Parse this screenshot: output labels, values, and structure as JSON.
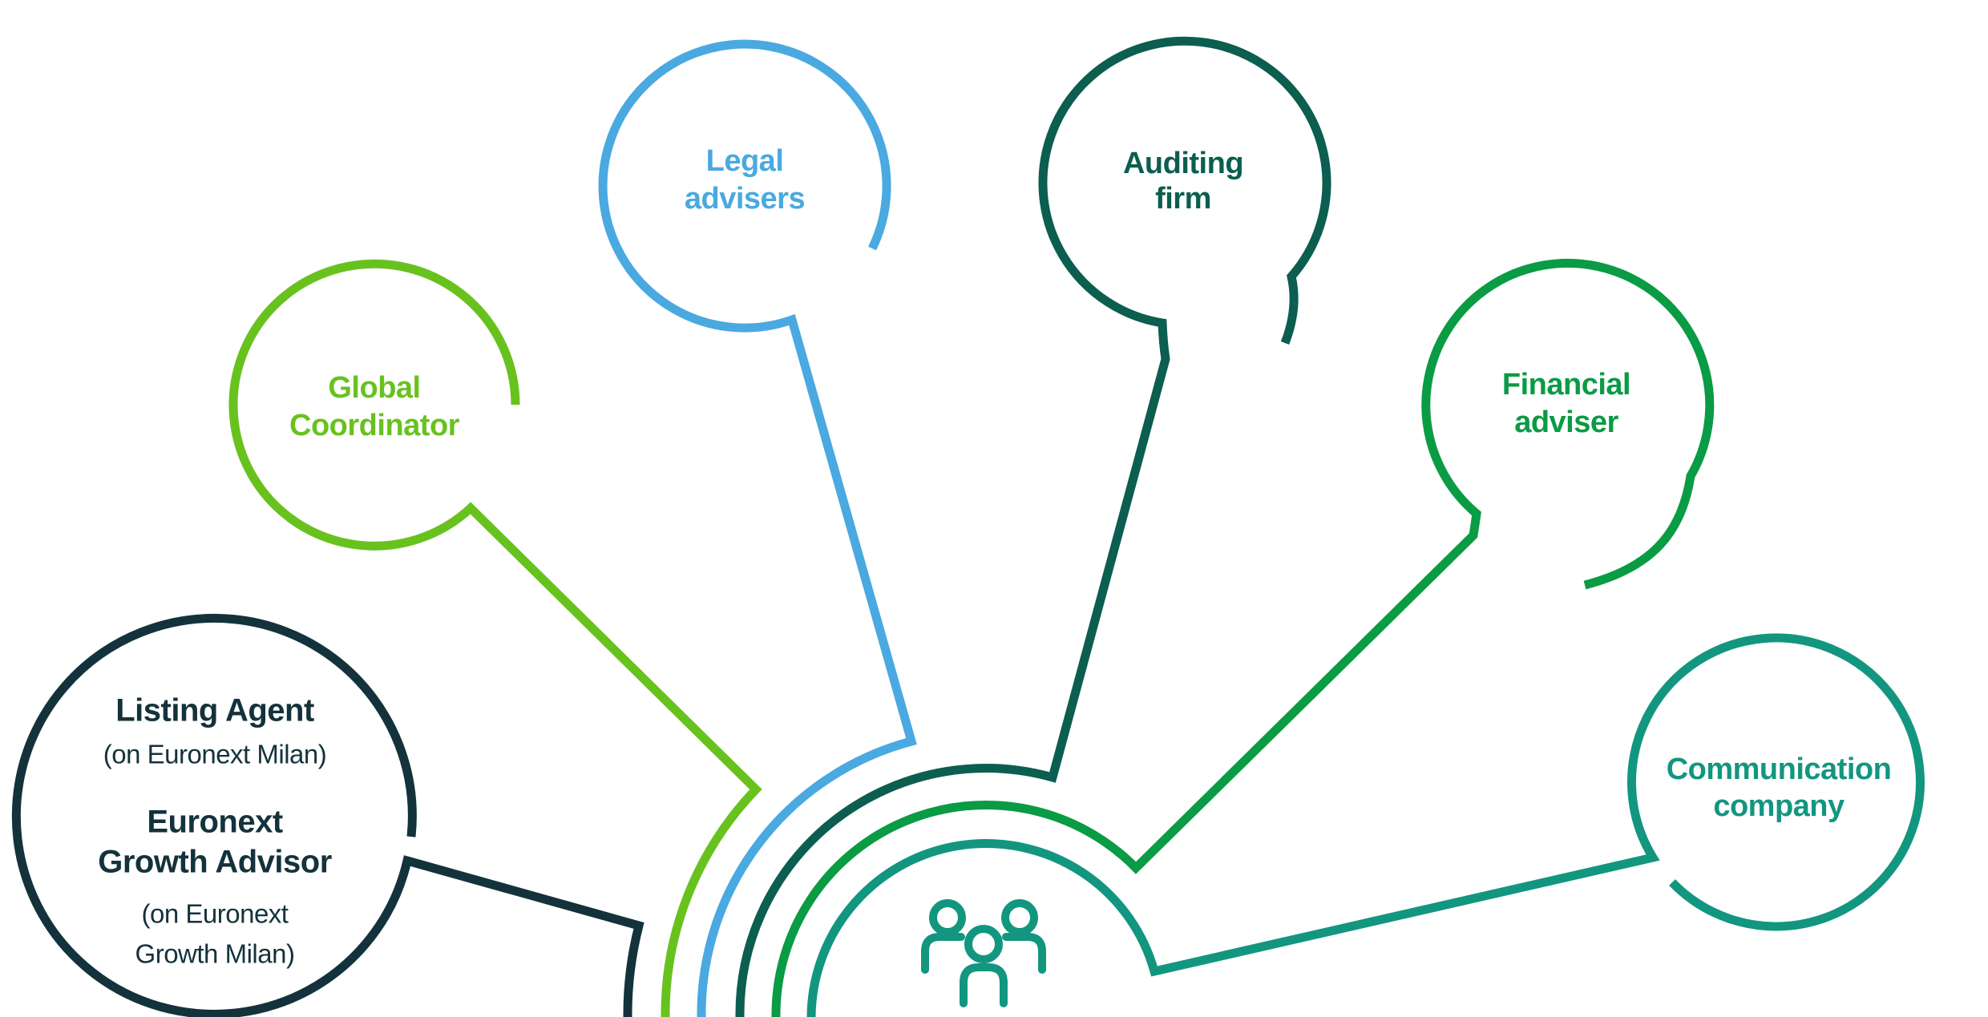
{
  "figure": {
    "colors": {
      "navy": "#14323C",
      "green": "#68C21E",
      "blue": "#4AA9E0",
      "dark_teal": "#0B5E50",
      "mid_green": "#0A9B45",
      "teal": "#12967F"
    },
    "nodes": {
      "listing_agent": {
        "title1": "Listing Agent",
        "subtitle1": "(on Euronext Milan)",
        "title2_line1": "Euronext",
        "title2_line2": "Growth Advisor",
        "subtitle2_line1": "(on Euronext",
        "subtitle2_line2": "Growth Milan)"
      },
      "global_coordinator": {
        "line1": "Global",
        "line2": "Coordinator"
      },
      "legal_advisers": {
        "line1": "Legal",
        "line2": "advisers"
      },
      "auditing_firm": {
        "line1": "Auditing",
        "line2": "firm"
      },
      "financial_adviser": {
        "line1": "Financial",
        "line2": "adviser"
      },
      "communication_company": {
        "line1": "Communication",
        "line2": "company"
      }
    },
    "center_icon": "people-icon"
  }
}
